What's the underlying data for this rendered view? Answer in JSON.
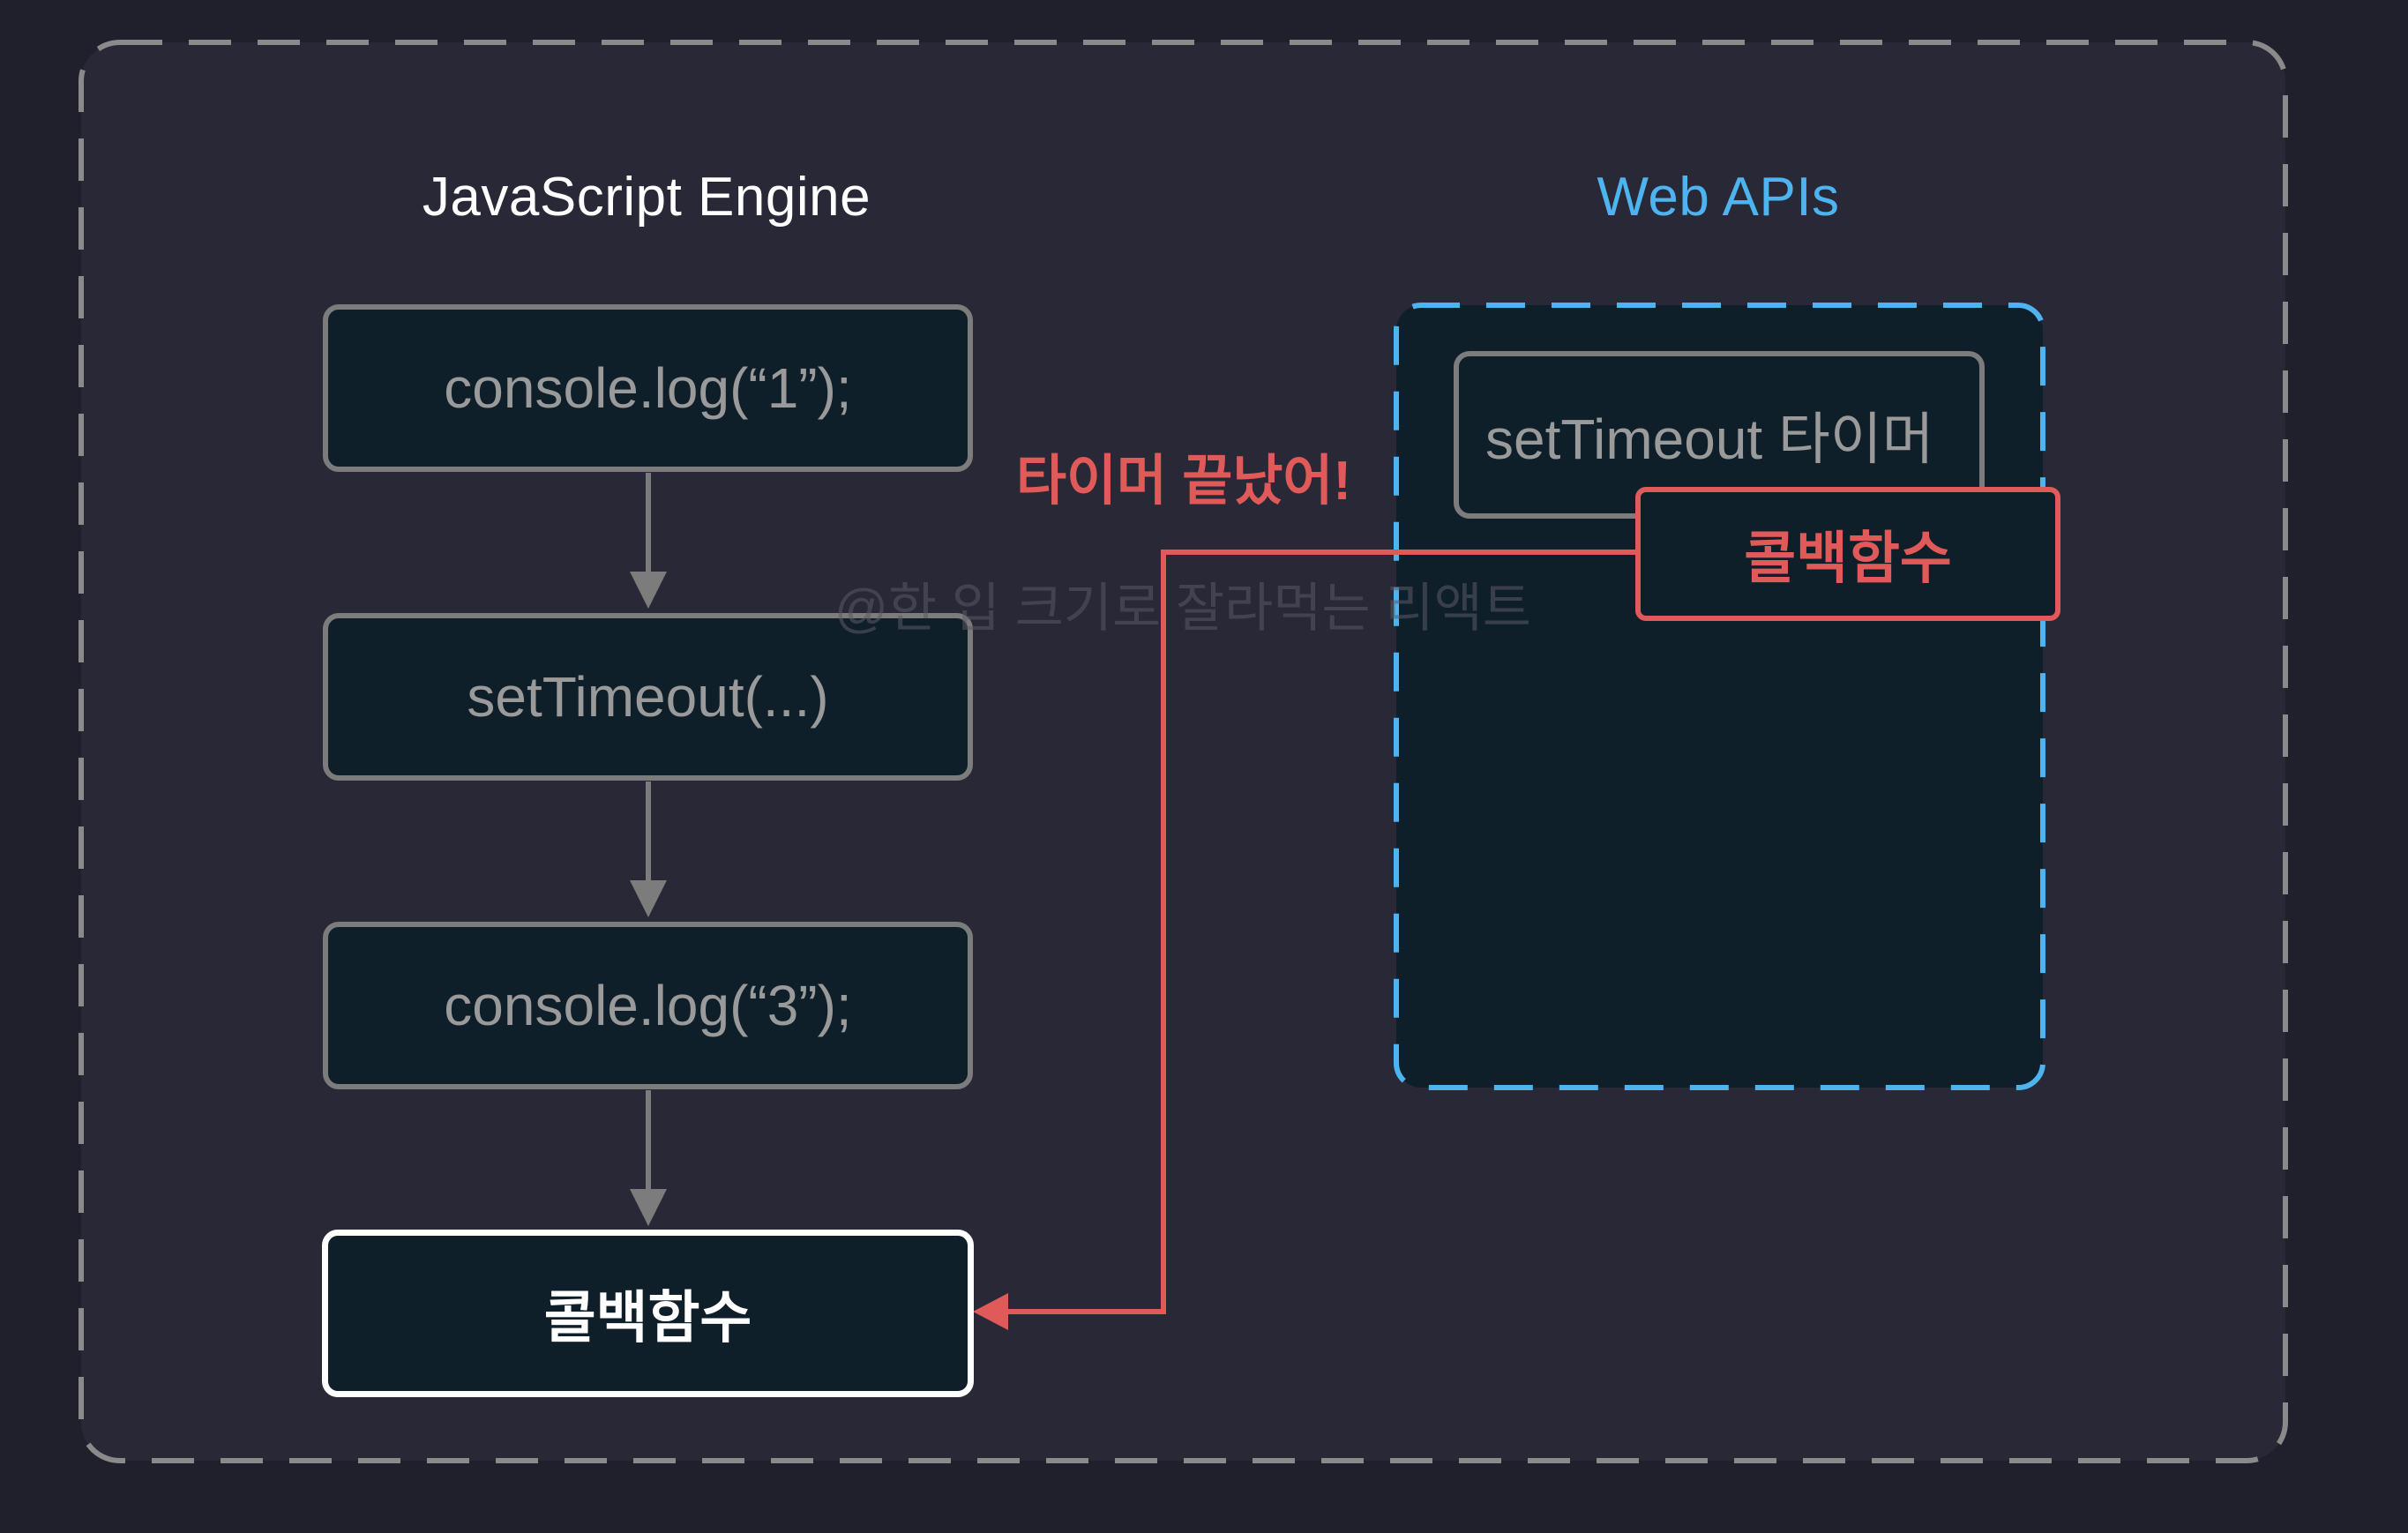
{
  "colors": {
    "background": "#201f2c",
    "panel": "#292836",
    "panel_border": "#8a8a8a",
    "box_fill": "#0f1f2a",
    "box_border": "#7c7c7c",
    "accent_blue": "#4db4ef",
    "accent_red": "#e05a5a",
    "highlight": "#ffffff"
  },
  "engine": {
    "title": "JavaScript Engine",
    "steps": [
      {
        "label": "console.log(“1”);"
      },
      {
        "label": "setTimeout(...)"
      },
      {
        "label": "console.log(“3”);"
      }
    ],
    "callback_label": "콜백함수"
  },
  "web_apis": {
    "title": "Web APIs",
    "timer_label": "setTimeout 타이머",
    "callback_label": "콜백함수"
  },
  "annotation": {
    "timer_done": "타이머 끝났어!"
  },
  "watermark": "@한 입 크기로 잘라먹는 리액트"
}
